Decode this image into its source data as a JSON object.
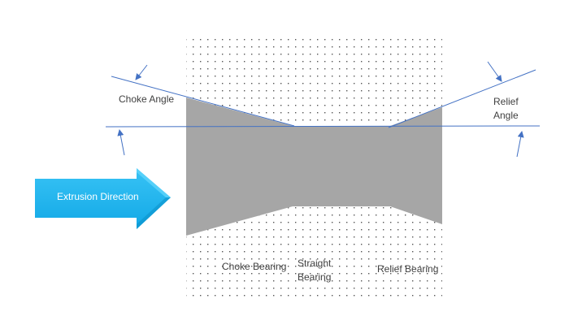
{
  "diagram": {
    "title": "Extrusion die bearing geometry",
    "labels": {
      "choke_angle": "Choke Angle",
      "relief_angle_line1": "Relief",
      "relief_angle_line2": "Angle",
      "extrusion_direction": "Extrusion Direction",
      "choke_bearing": "Choke Bearing",
      "straight_bearing_line1": "Straight",
      "straight_bearing_line2": "Bearing",
      "relief_bearing": "Relief Bearing"
    },
    "colors": {
      "die_profile": "#a6a6a6",
      "angle_lines": "#4472c4",
      "direction_arrow": "#1ab2ee",
      "dots": "#555555",
      "text": "#404040"
    }
  }
}
